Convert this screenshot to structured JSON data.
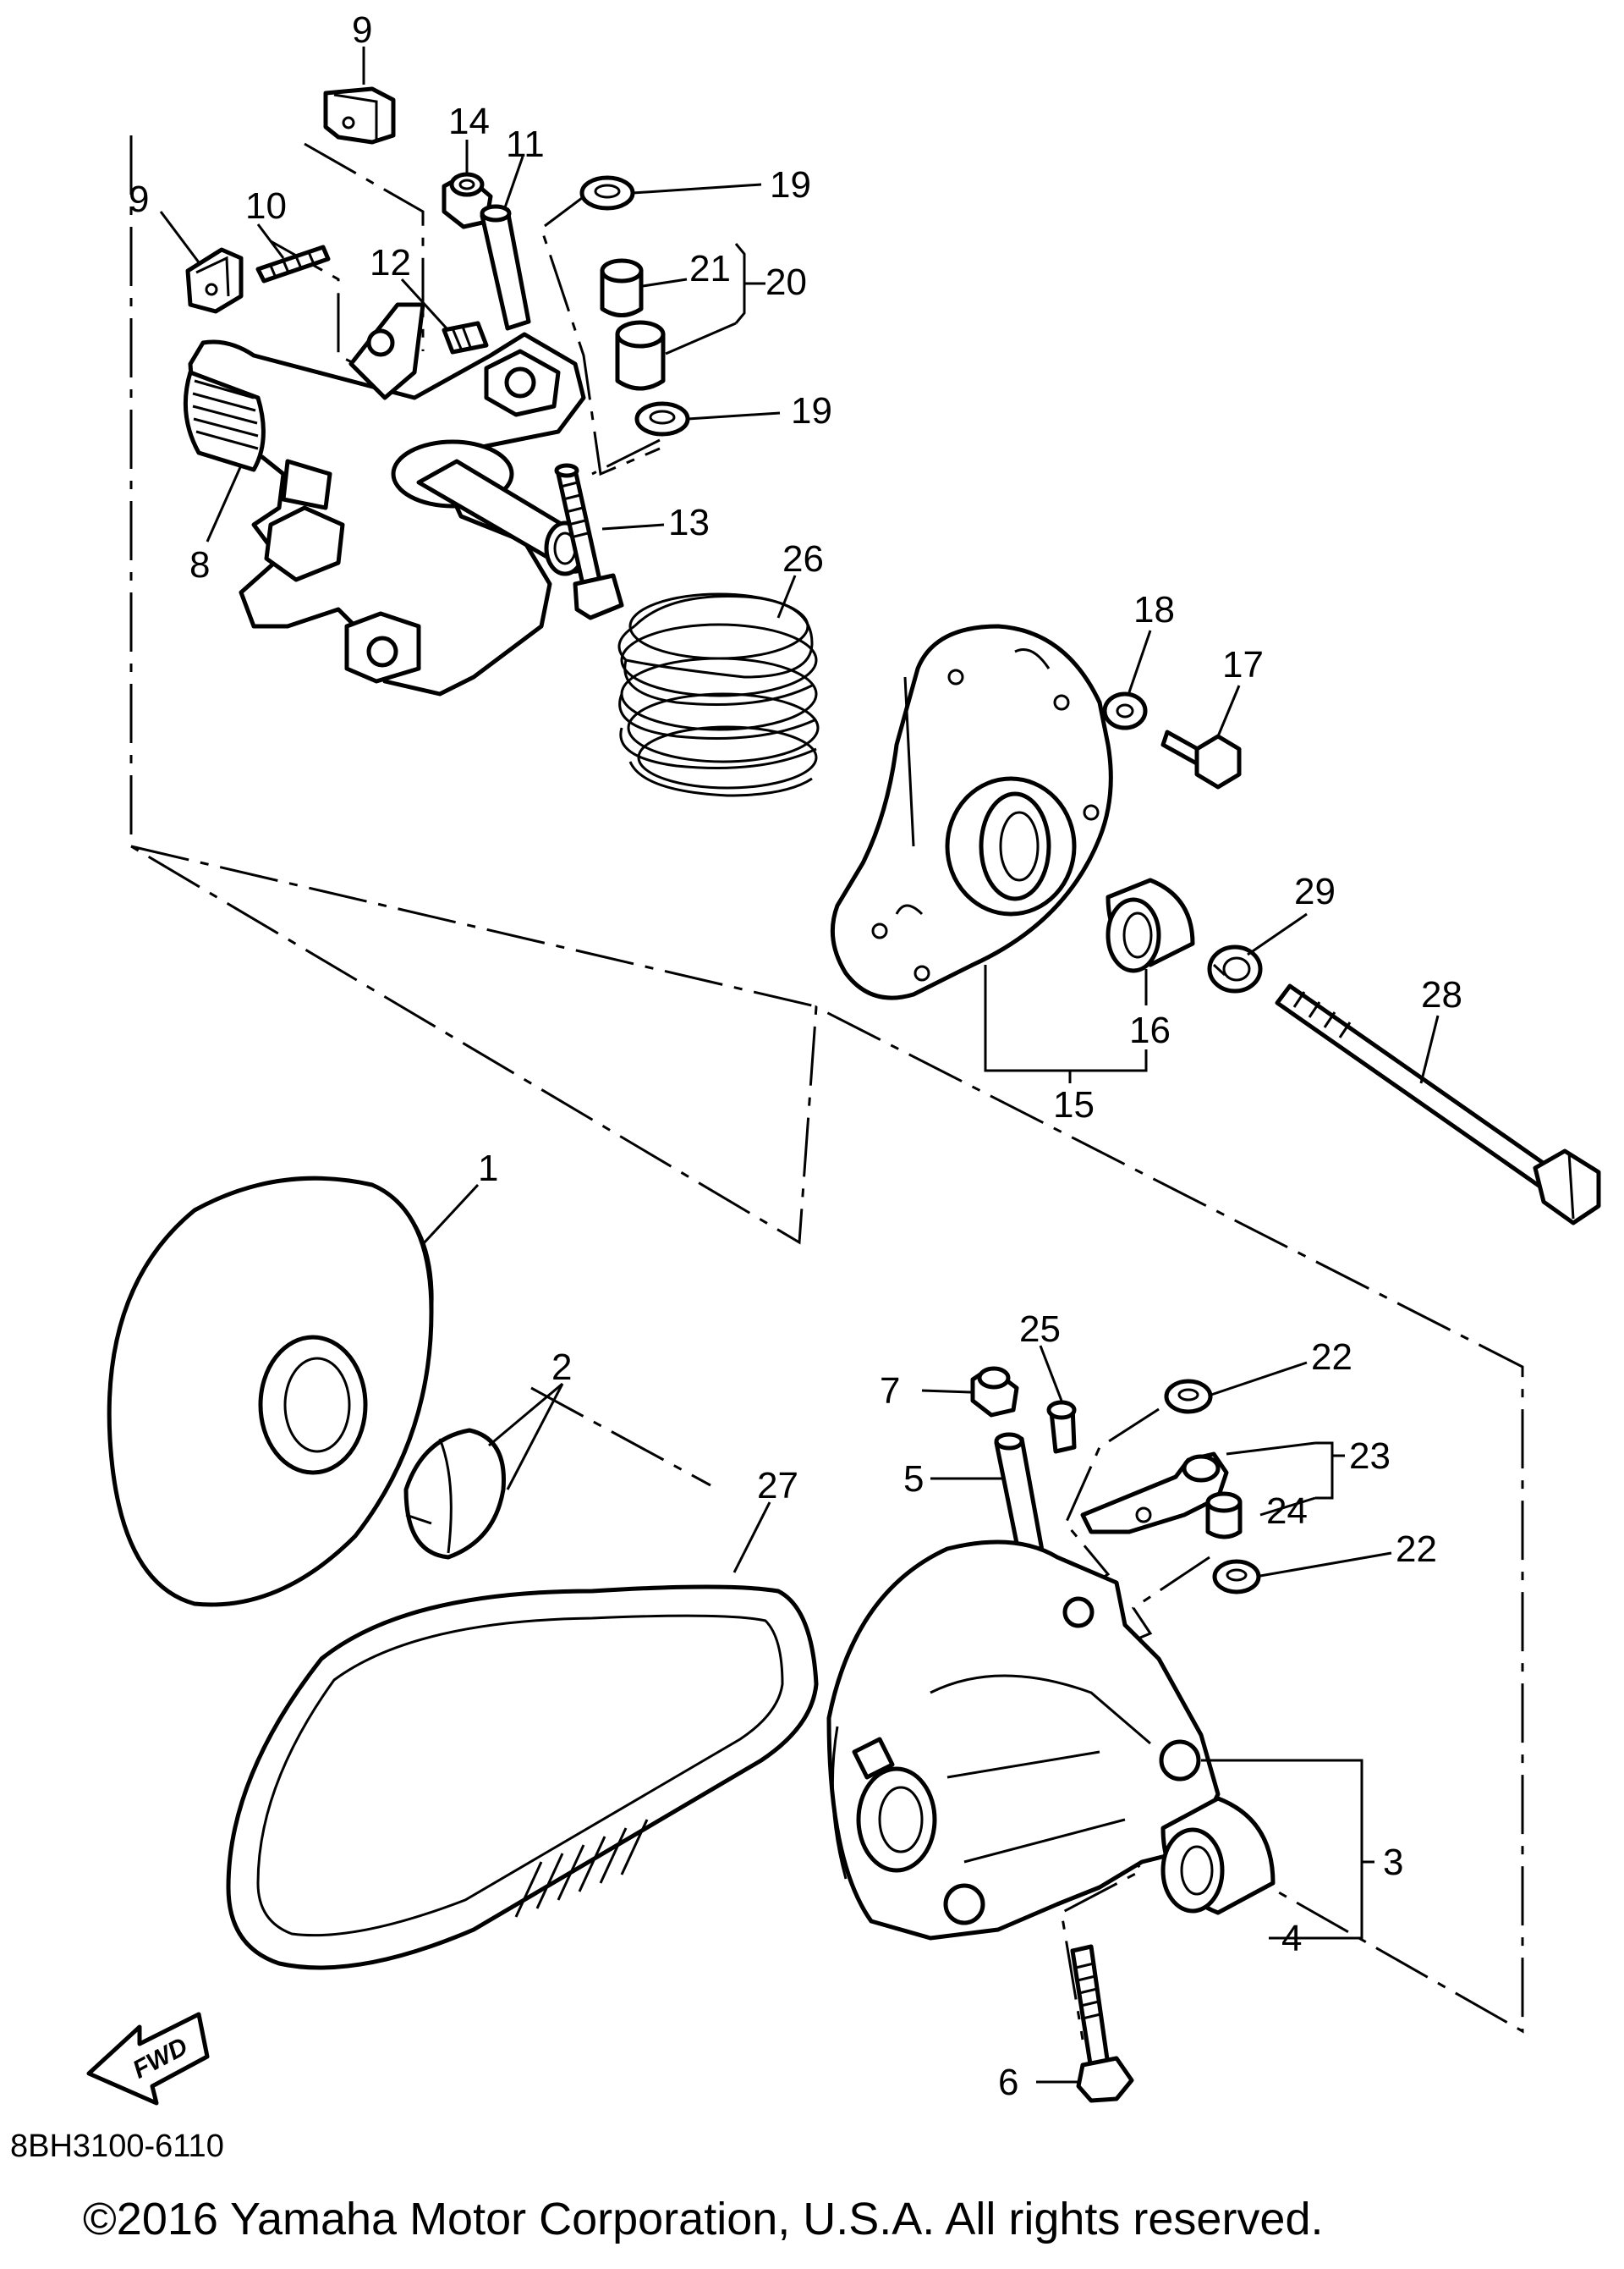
{
  "diagram": {
    "callouts": [
      {
        "id": "c9a",
        "text": "9"
      },
      {
        "id": "c9b",
        "text": "9"
      },
      {
        "id": "c10",
        "text": "10"
      },
      {
        "id": "c14",
        "text": "14"
      },
      {
        "id": "c11",
        "text": "11"
      },
      {
        "id": "c19a",
        "text": "19"
      },
      {
        "id": "c21",
        "text": "21"
      },
      {
        "id": "c20",
        "text": "20"
      },
      {
        "id": "c12",
        "text": "12"
      },
      {
        "id": "c19b",
        "text": "19"
      },
      {
        "id": "c13",
        "text": "13"
      },
      {
        "id": "c8",
        "text": "8"
      },
      {
        "id": "c26",
        "text": "26"
      },
      {
        "id": "c18",
        "text": "18"
      },
      {
        "id": "c17",
        "text": "17"
      },
      {
        "id": "c29",
        "text": "29"
      },
      {
        "id": "c28",
        "text": "28"
      },
      {
        "id": "c16",
        "text": "16"
      },
      {
        "id": "c15",
        "text": "15"
      },
      {
        "id": "c1",
        "text": "1"
      },
      {
        "id": "c2",
        "text": "2"
      },
      {
        "id": "c25",
        "text": "25"
      },
      {
        "id": "c22a",
        "text": "22"
      },
      {
        "id": "c7",
        "text": "7"
      },
      {
        "id": "c23",
        "text": "23"
      },
      {
        "id": "c5",
        "text": "5"
      },
      {
        "id": "c24",
        "text": "24"
      },
      {
        "id": "c27",
        "text": "27"
      },
      {
        "id": "c22b",
        "text": "22"
      },
      {
        "id": "c3",
        "text": "3"
      },
      {
        "id": "c4",
        "text": "4"
      },
      {
        "id": "c6",
        "text": "6"
      }
    ],
    "fwd_label": "FWD",
    "diagram_code": "8BH3100-6110",
    "copyright": "©2016 Yamaha Motor Corporation, U.S.A. All rights reserved."
  }
}
